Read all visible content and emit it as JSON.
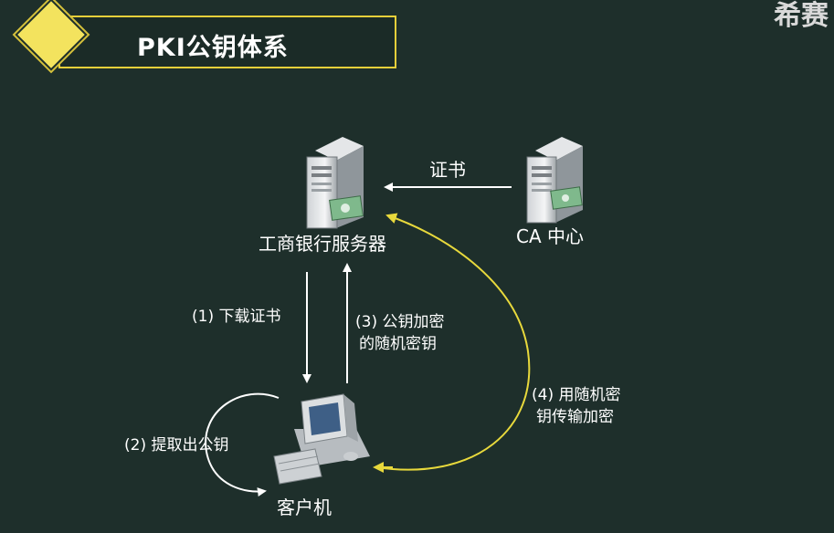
{
  "slide": {
    "title": "PKI公钥体系",
    "logo_text": "希赛"
  },
  "nodes": {
    "bank_server": "工商银行服务器",
    "ca_center": "CA 中心",
    "client": "客户机"
  },
  "edges": {
    "certificate": "证书",
    "step1": "(1) 下载证书",
    "step2": "(2) 提取出公钥",
    "step3_line1": "(3) 公钥加密",
    "step3_line2": "的随机密钥",
    "step4_line1": "(4) 用随机密",
    "step4_line2": "钥传输加密"
  },
  "colors": {
    "background": "#1e2f2b",
    "accent_yellow": "#e8d93c",
    "arrow_white": "#ffffff"
  }
}
